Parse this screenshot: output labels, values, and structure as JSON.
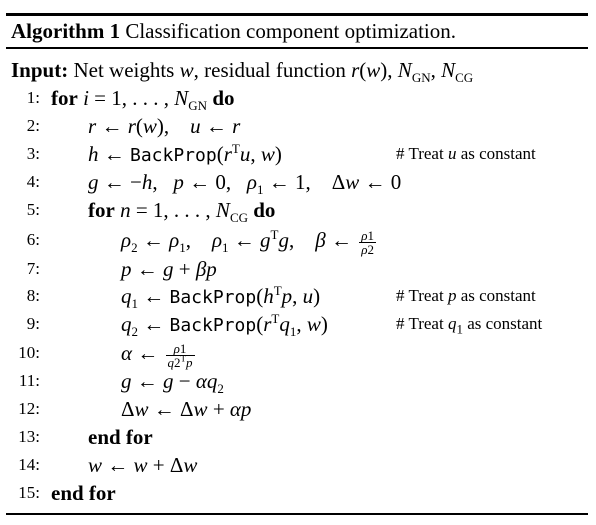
{
  "caption": {
    "label": "Algorithm 1",
    "title": "Classification component optimization."
  },
  "input": {
    "label": "Input:",
    "text": "Net weights w, residual function r(w), NGN, NCG"
  },
  "lines": [
    {
      "num": "1:",
      "text": "for i = 1, . . . , NGN do"
    },
    {
      "num": "2:",
      "text": "r ← r(w),   u ← r"
    },
    {
      "num": "3:",
      "text": "h ← BackProp(rᵀu, w)",
      "comment": "# Treat u as constant"
    },
    {
      "num": "4:",
      "text": "g ← −h,   p ← 0,   ρ1 ← 1,   Δw ← 0"
    },
    {
      "num": "5:",
      "text": "for n = 1, . . . , NCG do"
    },
    {
      "num": "6:",
      "text": "ρ2 ← ρ1,   ρ1 ← gᵀg,   β ← ρ1/ρ2"
    },
    {
      "num": "7:",
      "text": "p ← g + βp"
    },
    {
      "num": "8:",
      "text": "q1 ← BackProp(hᵀp, u)",
      "comment": "# Treat p as constant"
    },
    {
      "num": "9:",
      "text": "q2 ← BackProp(rᵀq1, w)",
      "comment": "# Treat q1 as constant"
    },
    {
      "num": "10:",
      "text": "α ← ρ1/(q2ᵀp)"
    },
    {
      "num": "11:",
      "text": "g ← g − αq2"
    },
    {
      "num": "12:",
      "text": "Δw ← Δw + αp"
    },
    {
      "num": "13:",
      "text": "end for"
    },
    {
      "num": "14:",
      "text": "w ← w + Δw"
    },
    {
      "num": "15:",
      "text": "end for"
    }
  ]
}
